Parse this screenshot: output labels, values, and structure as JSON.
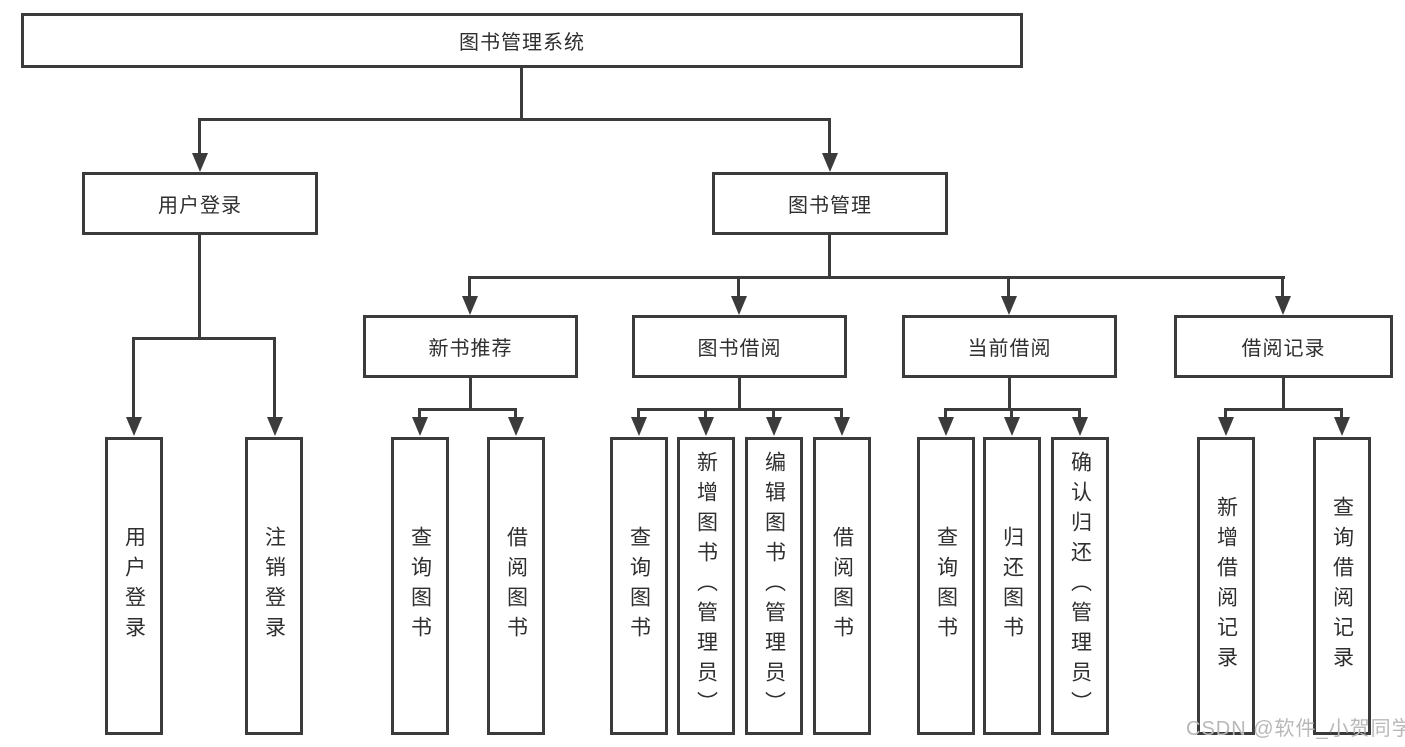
{
  "tree": {
    "root": {
      "label": "图书管理系统"
    },
    "level2": [
      {
        "label": "用户登录"
      },
      {
        "label": "图书管理"
      }
    ],
    "level3": [
      {
        "label": "新书推荐",
        "parent": "图书管理"
      },
      {
        "label": "图书借阅",
        "parent": "图书管理"
      },
      {
        "label": "当前借阅",
        "parent": "图书管理"
      },
      {
        "label": "借阅记录",
        "parent": "图书管理"
      }
    ],
    "leaves": [
      {
        "label": "用户登录",
        "parent": "用户登录"
      },
      {
        "label": "注销登录",
        "parent": "用户登录"
      },
      {
        "label": "查询图书",
        "parent": "新书推荐"
      },
      {
        "label": "借阅图书",
        "parent": "新书推荐"
      },
      {
        "label": "查询图书",
        "parent": "图书借阅"
      },
      {
        "label": "新增图书（管理员）",
        "parent": "图书借阅"
      },
      {
        "label": "编辑图书（管理员）",
        "parent": "图书借阅"
      },
      {
        "label": "借阅图书",
        "parent": "图书借阅"
      },
      {
        "label": "查询图书",
        "parent": "当前借阅"
      },
      {
        "label": "归还图书",
        "parent": "当前借阅"
      },
      {
        "label": "确认归还（管理员）",
        "parent": "当前借阅"
      },
      {
        "label": "新增借阅记录",
        "parent": "借阅记录"
      },
      {
        "label": "查询借阅记录",
        "parent": "借阅记录"
      }
    ]
  },
  "watermark": {
    "text": "CSDN @软件_小贺同学"
  },
  "colors": {
    "line": "#3b3b3b",
    "text": "#2f2f2f",
    "background": "#ffffff",
    "watermark": "#b8b8b8"
  }
}
